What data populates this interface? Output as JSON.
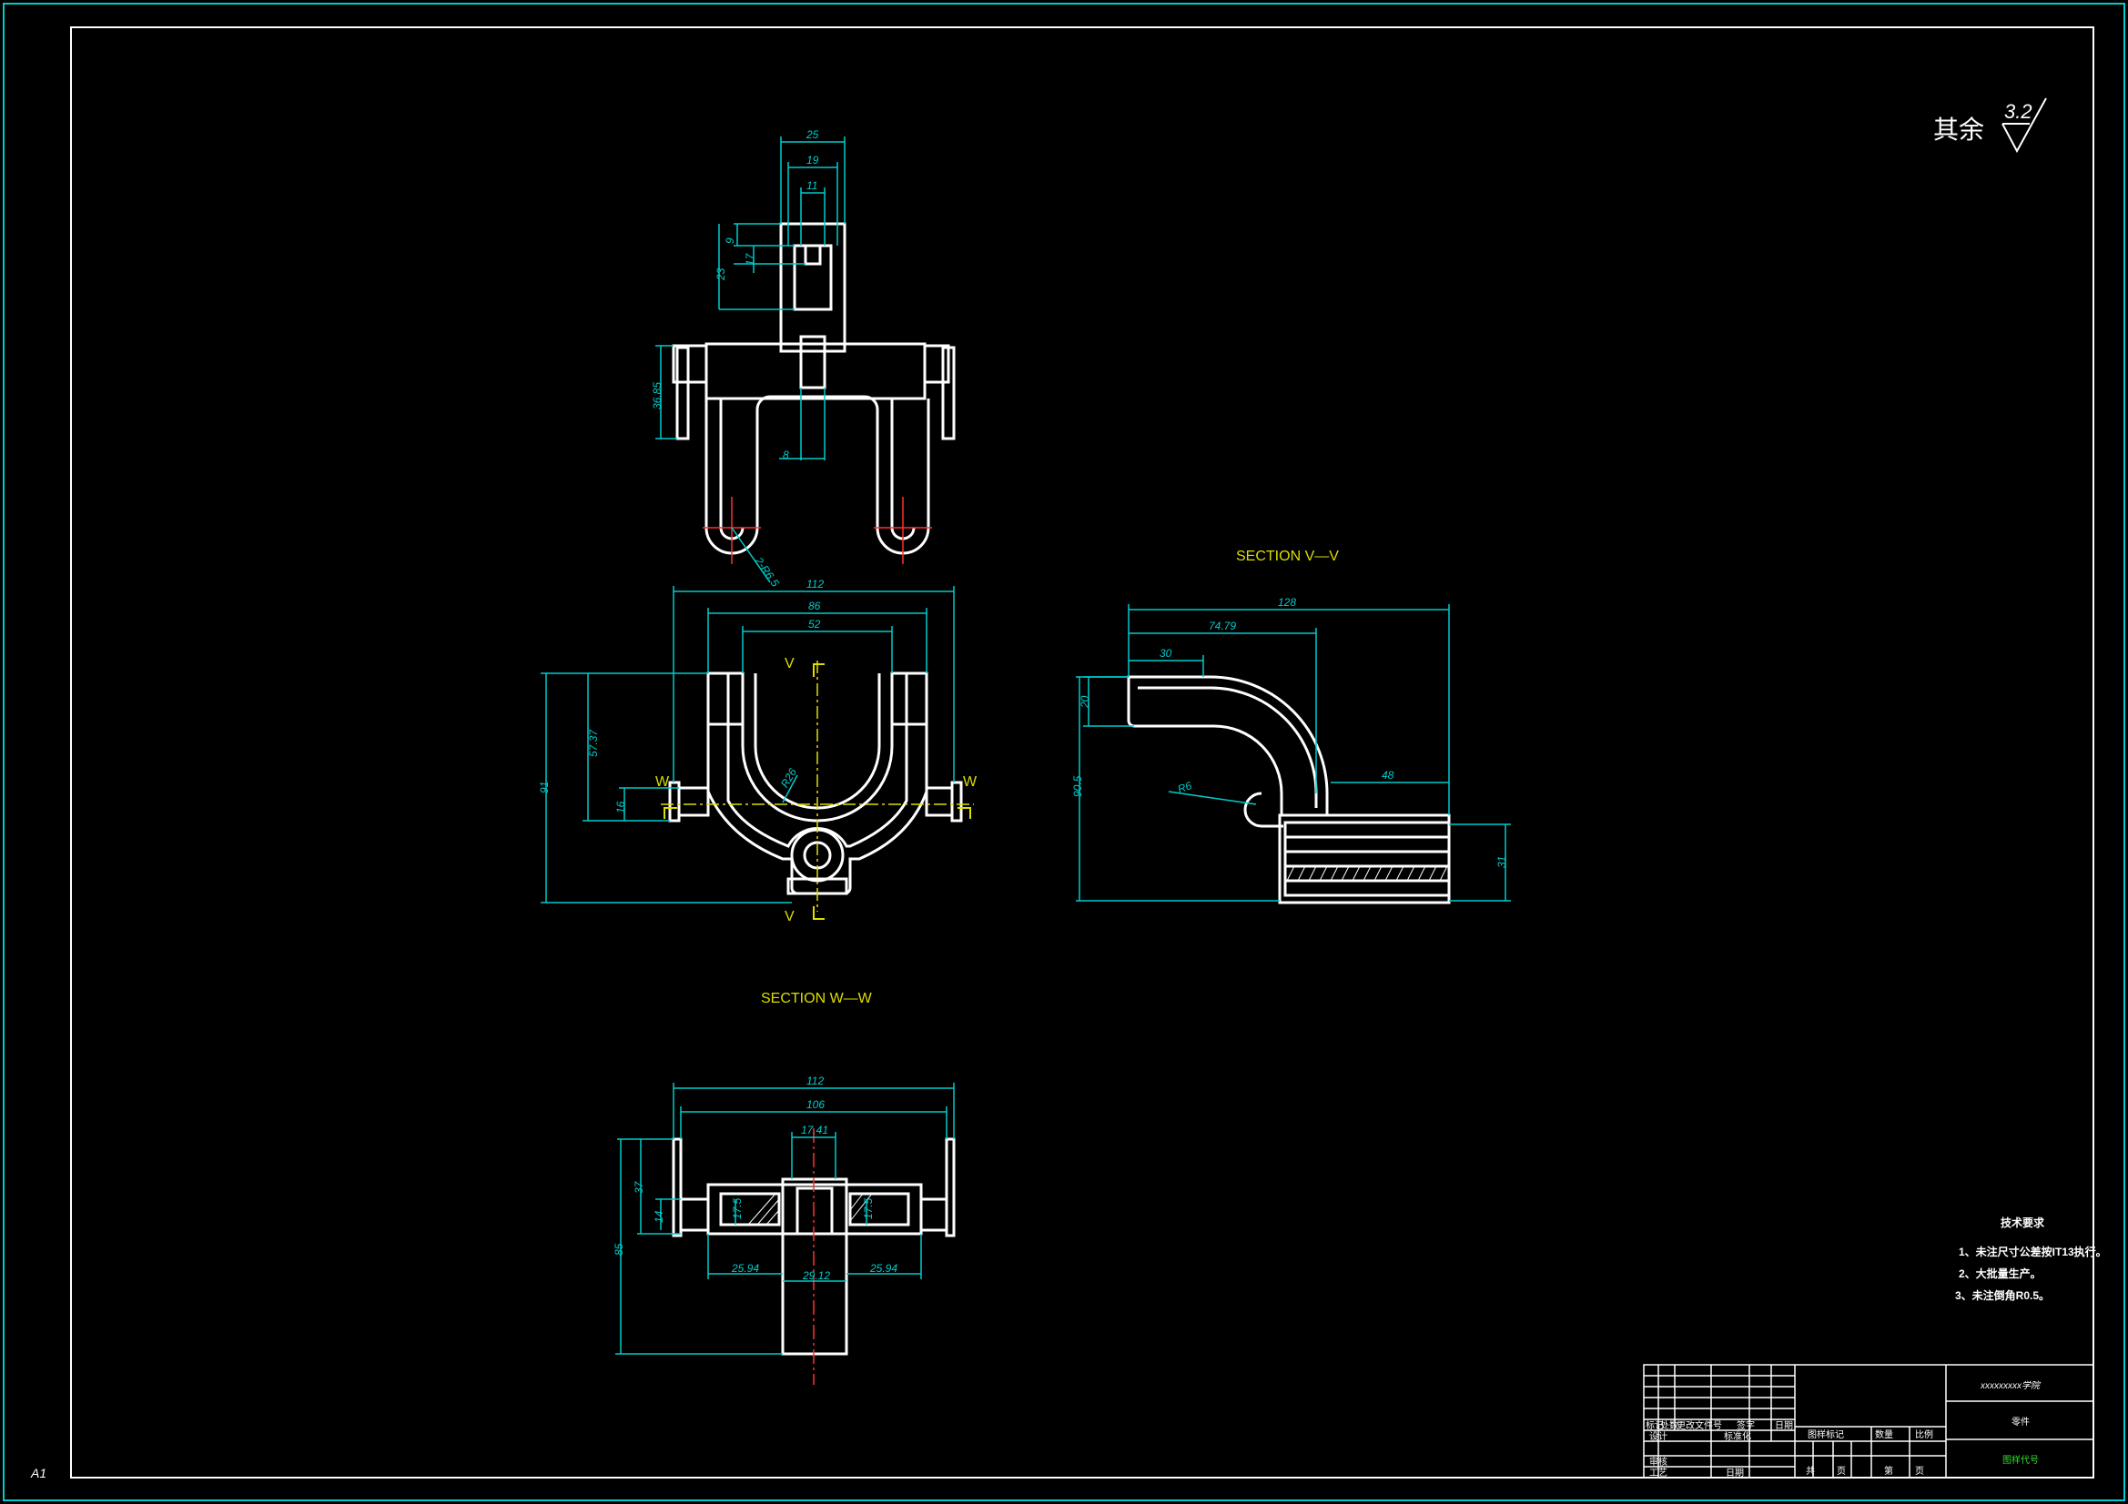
{
  "sheet": {
    "size_label": "A1"
  },
  "roughness": {
    "label": "其余",
    "value": "3.2"
  },
  "section_labels": {
    "v": "SECTION V—V",
    "w": "SECTION W—W"
  },
  "cut_markers": {
    "v_top": "V",
    "v_bottom": "V",
    "w_left": "W",
    "w_right": "W"
  },
  "top_view_dims": {
    "d25": "25",
    "d19": "19",
    "d11": "11",
    "d9": "9",
    "d17": "17",
    "d23": "23",
    "d36": "36.85",
    "d8": "8",
    "d_radius": "2-R6.5"
  },
  "front_view_dims": {
    "d112": "112",
    "d86": "86",
    "d52": "52",
    "d57": "57.37",
    "d91": "91",
    "d16": "16",
    "d_r26": "R26"
  },
  "section_v_dims": {
    "d128": "128",
    "d74": "74.79",
    "d30": "30",
    "d20": "20",
    "d48": "48",
    "d_r6": "R6",
    "d90": "90.5",
    "d31": "31"
  },
  "section_w_dims": {
    "d112": "112",
    "d106": "106",
    "d17": "17.41",
    "d37": "37",
    "d14": "14",
    "d85": "85",
    "d175a": "17.5",
    "d175b": "17.5",
    "d2594a": "25.94",
    "d2912": "29.12",
    "d2594b": "25.94"
  },
  "tech_requirements": {
    "title": "技术要求",
    "items": [
      "1、未注尺寸公差按IT13执行。",
      "2、大批量生产。",
      "3、未注倒角R0.5。"
    ]
  },
  "title_block": {
    "school": "xxxxxxxxx学院",
    "part_name": "零件",
    "drawing_no": "图样代号",
    "row_headers": [
      "标记",
      "处数",
      "更改文件号",
      "签字",
      "日期"
    ],
    "designer": "设计",
    "standardize": "标准化",
    "checker": "审核",
    "process": "工艺",
    "date_label": "日期",
    "stage_label": "图样标记",
    "weight_label": "数量",
    "scale_label": "比例",
    "total_label": "共",
    "page_label": "页",
    "sheet_label": "第",
    "sheet_page": "页"
  }
}
